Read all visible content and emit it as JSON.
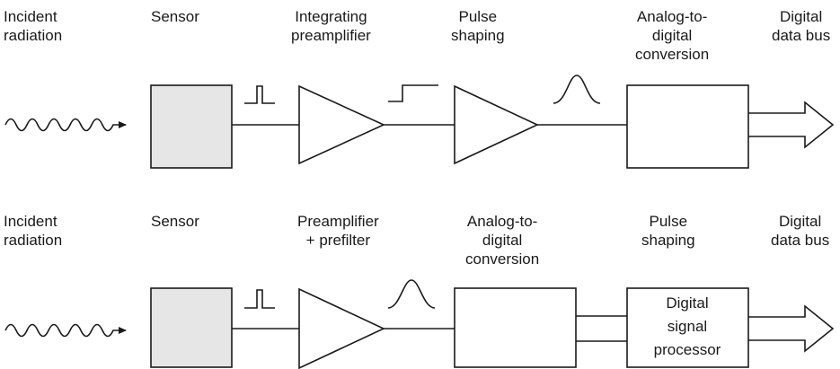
{
  "top_chain": {
    "incident": [
      "Incident",
      "radiation"
    ],
    "sensor": [
      "Sensor"
    ],
    "preamp": [
      "Integrating",
      "preamplifier"
    ],
    "shaping": [
      "Pulse",
      "shaping"
    ],
    "adc": [
      "Analog-to-",
      "digital",
      "conversion"
    ],
    "bus": [
      "Digital",
      "data bus"
    ]
  },
  "bottom_chain": {
    "incident": [
      "Incident",
      "radiation"
    ],
    "sensor": [
      "Sensor"
    ],
    "preamp": [
      "Preamplifier",
      "+ prefilter"
    ],
    "adc": [
      "Analog-to-",
      "digital",
      "conversion"
    ],
    "shaping": [
      "Pulse",
      "shaping"
    ],
    "bus": [
      "Digital",
      "data bus"
    ],
    "dsp": [
      "Digital",
      "signal",
      "processor"
    ]
  }
}
